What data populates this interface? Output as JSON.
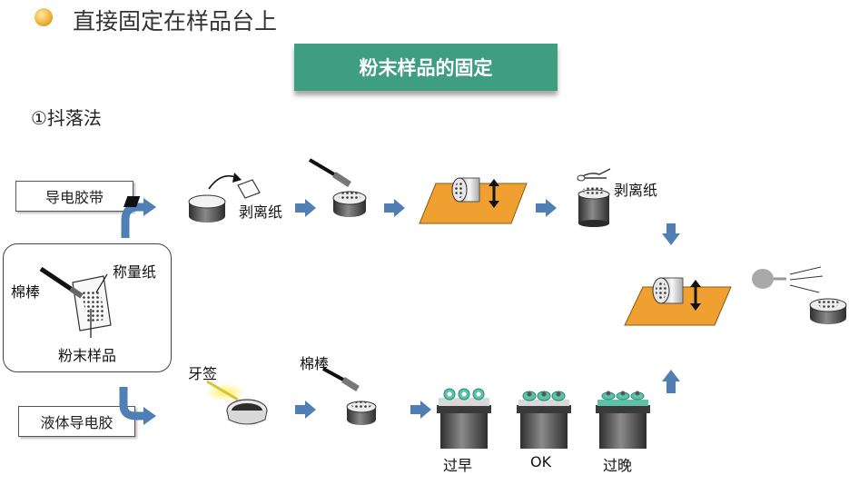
{
  "heading": "直接固定在样品台上",
  "banner_title": "粉末样品的固定",
  "method_label": "①抖落法",
  "tape_label": "导电胶带",
  "liquid_label": "液体导电胶",
  "tools": {
    "swab": "棉棒",
    "weighing_paper": "称量纸",
    "powder_sample": "粉末样品"
  },
  "top_row": {
    "peel_paper_1": "剥离纸",
    "peel_paper_2": "剥离纸"
  },
  "bottom_row": {
    "toothpick": "牙签",
    "swab": "棉棒",
    "too_early": "过早",
    "ok": "OK",
    "too_late": "过晚"
  },
  "colors": {
    "banner": "#3f9d80",
    "arrow": "#4f7fb5",
    "plate": "#f0a030",
    "glue": "#5fc2a8",
    "stub": "#555555"
  }
}
